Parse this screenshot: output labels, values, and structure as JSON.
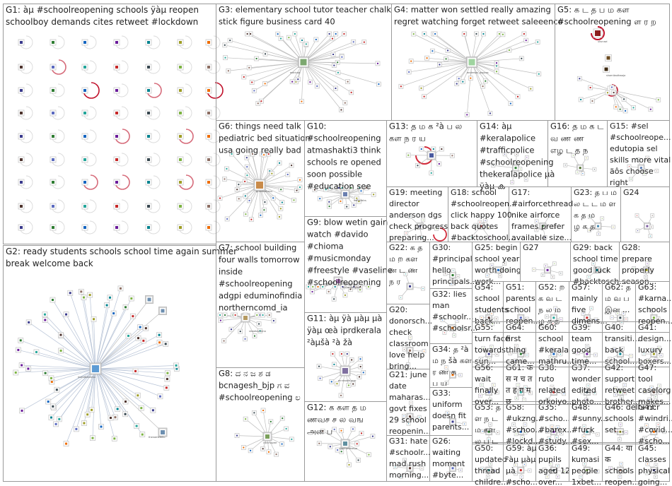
{
  "groups": [
    {
      "id": "G1",
      "lines": [
        "G1: àµ #schoolreopening schools ÿàµ reopen",
        "schoolboy demands cites retweet #lockdown"
      ]
    },
    {
      "id": "G2",
      "lines": [
        "G2: ready students schools school time again summer",
        "break welcome back"
      ]
    },
    {
      "id": "G3",
      "lines": [
        "G3: elementary school tutor teacher chalk",
        "stick figure business card 40"
      ]
    },
    {
      "id": "G4",
      "lines": [
        "G4: matter won settled really amazing",
        "regret watching forget retweet saleeenco"
      ]
    },
    {
      "id": "G5",
      "lines": [
        "G5: க ட த ப ம கள",
        "#schoolreopening ள ர ற"
      ]
    },
    {
      "id": "G6",
      "lines": [
        "G6: things need talk",
        "pediatric bed situation",
        "usa going really bad"
      ]
    },
    {
      "id": "G7",
      "lines": [
        "G7: school building",
        "four walls tomorrow",
        "inside",
        "#schoolreopening",
        "adgpi eduminofindia",
        "northerncomd_ia"
      ]
    },
    {
      "id": "G8",
      "lines": [
        "G8: ದ ನ ಜ ಶ ಡ",
        "bcnagesh_bjp ಗ ವ",
        "#schoolreopening ಲ"
      ]
    },
    {
      "id": "G9",
      "lines": [
        "G9: blow wetin gain",
        "watch #davido",
        "#chioma",
        "#musicmonday",
        "#freestyle #vaseline",
        "#schoolreopening"
      ]
    },
    {
      "id": "G10",
      "lines": [
        "G10:",
        "#schoolreopening",
        "atmashakti3 think",
        "schools re opened",
        "soon possible",
        "#education see"
      ]
    },
    {
      "id": "G11",
      "lines": [
        "G11: àµ ÿà µàµ µà",
        "ÿàµ œà iprdkerala",
        "²àµšà ²à žà"
      ]
    },
    {
      "id": "G12",
      "lines": [
        "G12: க கள த ம",
        "ணவச ச ல வங",
        "அன ப"
      ]
    },
    {
      "id": "G13",
      "lines": [
        "G13: த ம க ²à ப ல",
        "கள ந ர ய"
      ]
    },
    {
      "id": "G14",
      "lines": [
        "G14: àµ",
        "#keralapolice",
        "#trafficpolice",
        "#schoolreopening",
        "thekeralapolice µà",
        "ÿàµ ക"
      ]
    },
    {
      "id": "G15",
      "lines": [
        "G15: #sel",
        "#schoolreope...",
        "edutopia sel",
        "skills more vital",
        "äôs choose",
        "right"
      ]
    },
    {
      "id": "G16",
      "lines": [
        "G16: த ம க ட",
        "வ ண ண",
        "எழ ட த ந"
      ]
    },
    {
      "id": "G17",
      "lines": [
        "G17:",
        "#airforcethread",
        "nike airforce",
        "frames prefer",
        "available size..."
      ]
    },
    {
      "id": "G18",
      "lines": [
        "G18: school",
        "#schoolreopen...",
        "click happy 100",
        "back quotes",
        "#backtoschool..."
      ]
    },
    {
      "id": "G19",
      "lines": [
        "G19: meeting",
        "director",
        "anderson dgs",
        "check progress",
        "preparing..."
      ]
    },
    {
      "id": "G20",
      "lines": [
        "G20:",
        "donorsch...",
        "check",
        "classroom",
        "love help",
        "bring..."
      ]
    },
    {
      "id": "G21",
      "lines": [
        "G21: june",
        "date",
        "maharas...",
        "govt fixes",
        "29 school",
        "reopenin..."
      ]
    },
    {
      "id": "G22",
      "lines": [
        "G22: க த",
        "ம ற கள",
        "ன ட ண",
        "ந ர"
      ]
    },
    {
      "id": "G23",
      "lines": [
        "G23: த ப ம",
        "ல ட ட ம ள",
        "க த ம",
        "ழ க த"
      ]
    },
    {
      "id": "G24",
      "lines": [
        "G24"
      ]
    },
    {
      "id": "G25",
      "lines": [
        "G25: begin",
        "school year",
        "worth doing",
        "work..."
      ]
    },
    {
      "id": "G26",
      "lines": [
        "G26:",
        "waiting",
        "moment",
        "#byte..."
      ]
    },
    {
      "id": "G27",
      "lines": [
        "G27"
      ]
    },
    {
      "id": "G28",
      "lines": [
        "G28:",
        "prepare",
        "properly",
        "season..."
      ]
    },
    {
      "id": "G29",
      "lines": [
        "G29: back",
        "school time",
        "good luck",
        "#backtosch..."
      ]
    },
    {
      "id": "G30",
      "lines": [
        "G30:",
        "#principal",
        "hello",
        "principals..."
      ]
    },
    {
      "id": "G31",
      "lines": [
        "G31: hate",
        "#schoolr...",
        "mad rush",
        "morning..."
      ]
    },
    {
      "id": "G32",
      "lines": [
        "G32: lies",
        "man",
        "#schoolr...",
        "#schoolsr..."
      ]
    },
    {
      "id": "G33",
      "lines": [
        "G33:",
        "uniform",
        "doesn fit",
        "parents..."
      ]
    },
    {
      "id": "G34",
      "lines": [
        "G34: த ²à",
        "ம ந šà கள",
        "ர ண க",
        "ப ய"
      ]
    },
    {
      "id": "G35",
      "lines": [
        "G35:",
        "#scho...",
        "#barex...",
        "#study..."
      ]
    },
    {
      "id": "G36",
      "lines": [
        "G36:",
        "pupils",
        "aged 12",
        "over..."
      ]
    },
    {
      "id": "G37",
      "lines": [
        "G37:",
        "wonder",
        "edited",
        "photo..."
      ]
    },
    {
      "id": "G38",
      "lines": [
        "G38:",
        "ruto",
        "related",
        "orkoiyo..."
      ]
    },
    {
      "id": "G39",
      "lines": [
        "G39:",
        "team",
        "good",
        "time..."
      ]
    },
    {
      "id": "G40",
      "lines": [
        "G40:",
        "transiti...",
        "back",
        "school..."
      ]
    },
    {
      "id": "G41",
      "lines": [
        "G41:",
        "design...",
        "luxury",
        "boxers..."
      ]
    },
    {
      "id": "G42",
      "lines": [
        "G42:",
        "support",
        "retweet",
        "brother..."
      ]
    },
    {
      "id": "G43",
      "lines": [
        "G43:",
        "#windri...",
        "#covid...",
        "#scho..."
      ]
    },
    {
      "id": "G44",
      "lines": [
        "G44: या",
        "क",
        "schools",
        "reopen..."
      ]
    },
    {
      "id": "G45",
      "lines": [
        "G45:",
        "classes",
        "physical",
        "going..."
      ]
    },
    {
      "id": "G46",
      "lines": [
        "G46: delhi ncr",
        "schools",
        "set..."
      ]
    },
    {
      "id": "G47",
      "lines": [
        "G47:",
        "tool",
        "caselorg",
        "makes..."
      ]
    },
    {
      "id": "G48",
      "lines": [
        "G48:",
        "#sunny...",
        "#fuck",
        "#sex..."
      ]
    },
    {
      "id": "G49",
      "lines": [
        "G49:",
        "kumasi",
        "people",
        "1xbet..."
      ]
    },
    {
      "id": "G50",
      "lines": [
        "G50:",
        "updated",
        "thread",
        "childre..."
      ]
    },
    {
      "id": "G51",
      "lines": [
        "G51:",
        "parents",
        "school",
        "reopen..."
      ]
    },
    {
      "id": "G52",
      "lines": [
        "G52: ற",
        "க வ ட",
        "ந ல ம",
        "ழ க த"
      ]
    },
    {
      "id": "G53",
      "lines": [
        "G53: த",
        "ள ந ட",
        "ம கள",
        "ல ப ட"
      ]
    },
    {
      "id": "G54",
      "lines": [
        "G54:",
        "school",
        "students",
        "back..."
      ]
    },
    {
      "id": "G55",
      "lines": [
        "G55:",
        "turn face",
        "towards",
        "sun..."
      ]
    },
    {
      "id": "G56",
      "lines": [
        "G56:",
        "wait",
        "finally",
        "over..."
      ]
    },
    {
      "id": "G57",
      "lines": [
        "G57:",
        "mainly",
        "five",
        "dimens..."
      ]
    },
    {
      "id": "G58",
      "lines": [
        "G58:",
        "#ukzng...",
        "#schoo...",
        "#lockd..."
      ]
    },
    {
      "id": "G59",
      "lines": [
        "G59: àµ",
        "²àµ µàµ",
        "µà",
        "#scho..."
      ]
    },
    {
      "id": "G60",
      "lines": [
        "G60:",
        "school",
        "#kerala",
        "mathru..."
      ]
    },
    {
      "id": "G61",
      "lines": [
        "G61: क",
        "स न च त",
        "त ह ग म",
        "छ"
      ]
    },
    {
      "id": "G62",
      "lines": [
        "G62: த",
        "ம வ ப",
        "இன ..."
      ]
    },
    {
      "id": "G63",
      "lines": [
        "G63:",
        "#karna...",
        "schools",
        "reopen..."
      ]
    },
    {
      "id": "G64",
      "lines": [
        "G64:",
        "first",
        "thing",
        "came..."
      ]
    }
  ],
  "accent": {
    "border": "#9a9a9a",
    "edge": "#bdbdbd",
    "self_loop": "#d66b7a",
    "self_loop_dark": "#c0102a"
  },
  "node_labels": [
    "mohidshreenu",
    "thenamefehu",
    "maricao",
    "anderson_dapcas",
    "ukunazi",
    "shamikadhwaja",
    "grandsbhanu",
    "shwetaverma",
    "chinmayee",
    "divyamanglesh",
    "nafsarbtrs",
    "mrvinodkumar",
    "santhwakanya"
  ]
}
